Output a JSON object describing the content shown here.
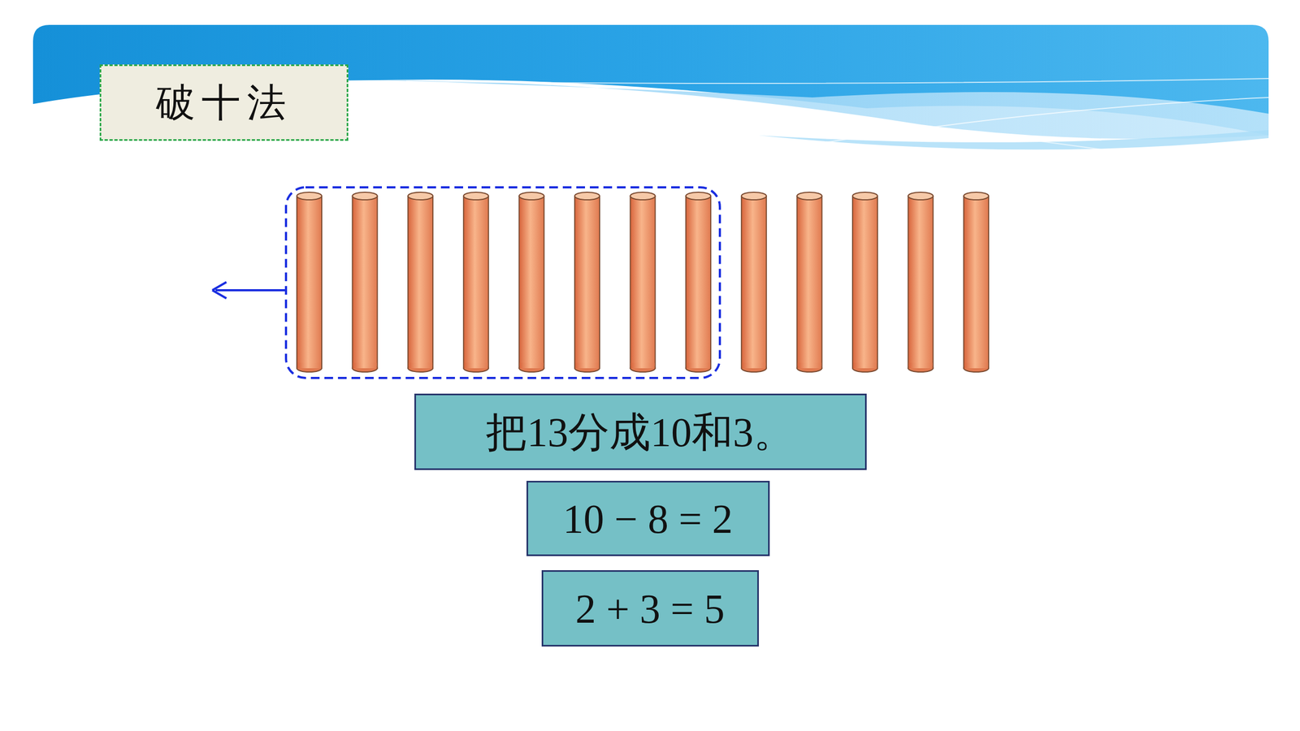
{
  "diagram": {
    "title": "破十法",
    "nodes": [
      {
        "text": [
          "把13分成10和3。"
        ]
      },
      {
        "text": [
          "10 − 8 = 2"
        ]
      },
      {
        "text": [
          "2 + 3 = 5"
        ]
      }
    ]
  }
}
